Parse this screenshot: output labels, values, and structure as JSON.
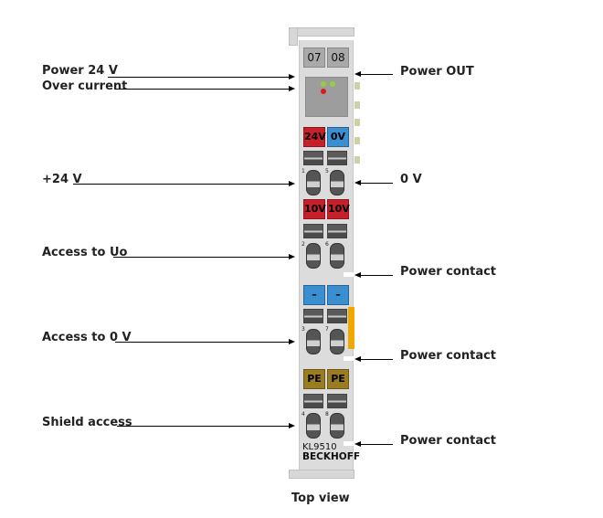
{
  "left_labels": [
    "Power 24 V",
    "Over current",
    "+24 V",
    "Access to Uo",
    "Access to 0 V",
    "Shield access"
  ],
  "right_labels": [
    "Power OUT",
    "0 V",
    "Power contact",
    "Power contact",
    "Power contact"
  ],
  "module": {
    "numbers": [
      "07",
      "08"
    ],
    "tags_row1": [
      "24V",
      "0V"
    ],
    "tags_row2": [
      "10V",
      "10V"
    ],
    "tags_row3": [
      "–",
      "–"
    ],
    "tags_row4": [
      "PE",
      "PE"
    ],
    "pins": [
      "1",
      "5",
      "2",
      "6",
      "3",
      "7",
      "4",
      "8"
    ],
    "model": "KL9510",
    "brand": "BECKHOFF"
  },
  "caption": "Top view",
  "colors": {
    "red": "#c8202a",
    "blue": "#3a8fd0",
    "pe": "#9a7d20",
    "orange": "#f0a800"
  }
}
